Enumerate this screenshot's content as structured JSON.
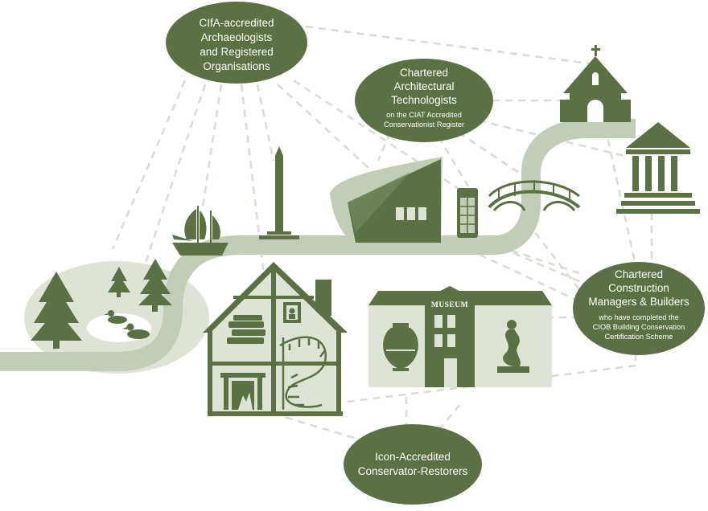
{
  "colors": {
    "dark_green": "#5b7043",
    "light_green": "#c2cdb7",
    "pale_green": "#dde4d6",
    "connector": "#d9ded3",
    "text_on_dark": "#ffffff"
  },
  "icons": [
    "pine-tree-icon",
    "duck-icon",
    "sailing-ship-icon",
    "obelisk-icon",
    "modern-building-icon",
    "phone-box-icon",
    "bridge-icon",
    "church-icon",
    "greek-temple-icon",
    "house-cutaway-icon",
    "books-icon",
    "portrait-icon",
    "fireplace-icon",
    "spiral-staircase-icon",
    "museum-icon",
    "urn-icon",
    "sculpture-icon"
  ],
  "groups": {
    "cifa": {
      "lines": [
        "CIfA-accredited",
        "Archaeologists",
        "and Registered",
        "Organisations"
      ]
    },
    "ciat": {
      "lines": [
        "Chartered",
        "Architectural",
        "Technologists"
      ],
      "sub_lines": [
        "on the CIAT Accredited",
        "Conservationist Register"
      ]
    },
    "ciob": {
      "lines": [
        "Chartered",
        "Construction",
        "Managers & Builders"
      ],
      "sub_lines": [
        "who have completed the",
        "CIOB Building Conservation",
        "Certification Scheme"
      ]
    },
    "icon": {
      "lines": [
        "Icon-Accredited",
        "Conservator-Restorers"
      ]
    }
  },
  "museum_sign": "MUSEUM"
}
